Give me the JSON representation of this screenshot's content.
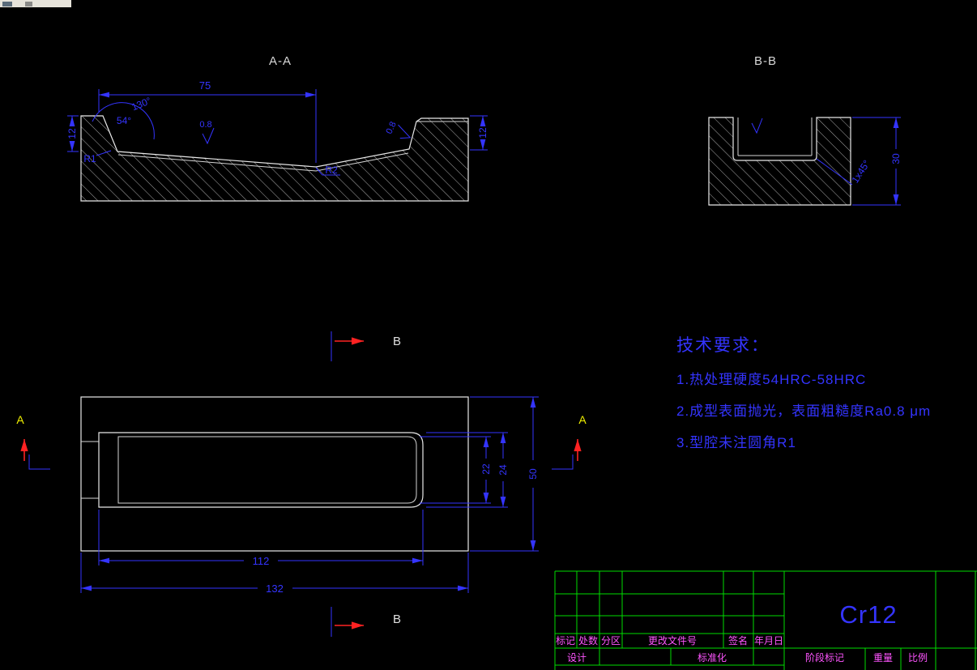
{
  "colors": {
    "background": "#000000",
    "outline": "#e8e8e8",
    "dimension": "#3434ff",
    "hatch": "#c8c8c8",
    "table_line": "#00dd00",
    "table_text": "#ff55ff",
    "cut_arrow": "#ff2222",
    "cut_label_a": "#f0f000",
    "cut_label_b": "#e0e0e0"
  },
  "sections": {
    "aa_label": "A-A",
    "bb_label": "B-B"
  },
  "cuts": {
    "a_left": "A",
    "a_right": "A",
    "b_top": "B",
    "b_bottom": "B"
  },
  "dimensions": {
    "aa": {
      "width": "75",
      "left_height": "12",
      "right_height": "12",
      "angle_major": "130°",
      "angle_minor": "54°",
      "roughness_floor": "0.8",
      "roughness_wall": "0.8",
      "radius_left": "R1",
      "radius_center": "R2"
    },
    "bb": {
      "height": "30",
      "chamfer": "1x45°"
    },
    "plan": {
      "slot_width_inner": "22",
      "slot_width_outer": "24",
      "plate_width": "50",
      "slot_length": "112",
      "plate_length": "132"
    }
  },
  "tech_requirements": {
    "title": "技术要求：",
    "items": [
      "1.热处理硬度54HRC-58HRC",
      "2.成型表面抛光，表面粗糙度Ra0.8 μm",
      "3.型腔未注圆角R1"
    ]
  },
  "title_block": {
    "material": "Cr12",
    "rev_headers": [
      "标记",
      "处数",
      "分区",
      "更改文件号",
      "签名",
      "年月日"
    ],
    "design_label": "设计",
    "standardization_label": "标准化",
    "stage_label": "阶段标记",
    "weight_label": "重量",
    "scale_label": "比例"
  }
}
